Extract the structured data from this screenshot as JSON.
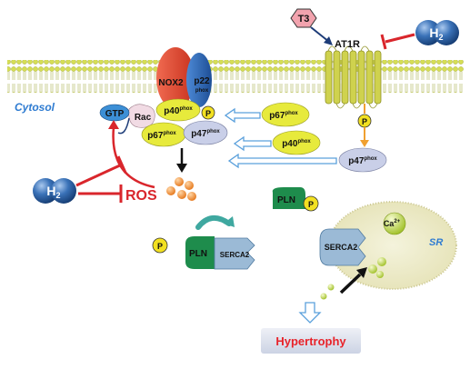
{
  "labels": {
    "t3": "T3",
    "at1r": "AT1R",
    "h2_top": "H",
    "h2_top_sub": "2",
    "nox2": "NOX2",
    "p22": "p22",
    "phox": "phox",
    "p40": "p40",
    "p67": "p67",
    "p47": "p47",
    "p_letter": "P",
    "gtp": "GTP",
    "rac": "Rac",
    "cytosol": "Cytosol",
    "h2_left": "H",
    "h2_left_sub": "2",
    "ros": "ROS",
    "pln": "PLN",
    "serca2": "SERCA2",
    "ca": "Ca",
    "ca_sup": "2+",
    "sr": "SR",
    "hypertrophy": "Hypertrophy"
  },
  "colors": {
    "membrane": "#d9e25a",
    "nox2": "#e8473a",
    "p22": "#2e6fc0",
    "p40": "#e7ea3c",
    "p67": "#e7ea3c",
    "p47": "#c9cfe8",
    "p_circle": "#f2e021",
    "gtp": "#3c8fd6",
    "h2": "#2a5a9a",
    "inhibit": "#d9262c",
    "ros_dots": "#f08a2a",
    "pln": "#1e8c4c",
    "serca2": "#9bbad6",
    "t3": "#f2a3ae",
    "receptor": "#c9cc4a",
    "hypertrophy_box": "#dbe1ee",
    "hypertrophy_text": "#e8232a",
    "cytosol_text": "#2e7bd1",
    "sr_text": "#2e7bd1"
  }
}
